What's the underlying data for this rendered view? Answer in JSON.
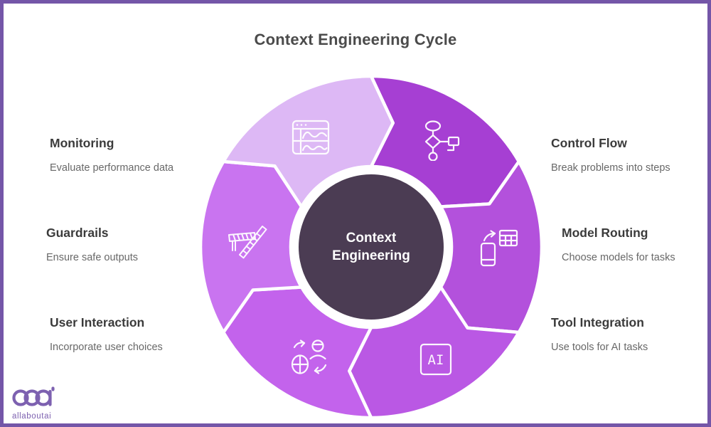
{
  "page": {
    "title": "Context Engineering Cycle",
    "border_color": "#7456a8",
    "background_color": "#ffffff"
  },
  "center": {
    "line1": "Context",
    "line2": "Engineering",
    "circle_color": "#4b3c53",
    "ring_color": "#ffffff",
    "text_color": "#ffffff"
  },
  "segments": [
    {
      "id": "control-flow",
      "heading": "Control Flow",
      "description": "Break problems into steps",
      "color": "#a63fd3",
      "icon": "flowchart-icon",
      "side": "right"
    },
    {
      "id": "model-routing",
      "heading": "Model Routing",
      "description": "Choose models for tasks",
      "color": "#b351dc",
      "icon": "device-table-icon",
      "side": "right"
    },
    {
      "id": "tool-integration",
      "heading": "Tool Integration",
      "description": "Use tools for AI tasks",
      "color": "#ba58e4",
      "icon": "ai-box-icon",
      "icon_text": "AI",
      "side": "right"
    },
    {
      "id": "user-interaction",
      "heading": "User Interaction",
      "description": "Incorporate user choices",
      "color": "#c363ec",
      "icon": "user-exchange-icon",
      "side": "left"
    },
    {
      "id": "guardrails",
      "heading": "Guardrails",
      "description": "Ensure safe outputs",
      "color": "#c974f0",
      "icon": "barrier-icon",
      "side": "left"
    },
    {
      "id": "monitoring",
      "heading": "Monitoring",
      "description": "Evaluate performance data",
      "color": "#ddb8f5",
      "icon": "browser-waves-icon",
      "side": "left"
    }
  ],
  "logo": {
    "mark": "aaa",
    "text": "allaboutai",
    "color": "#7d61b0"
  }
}
